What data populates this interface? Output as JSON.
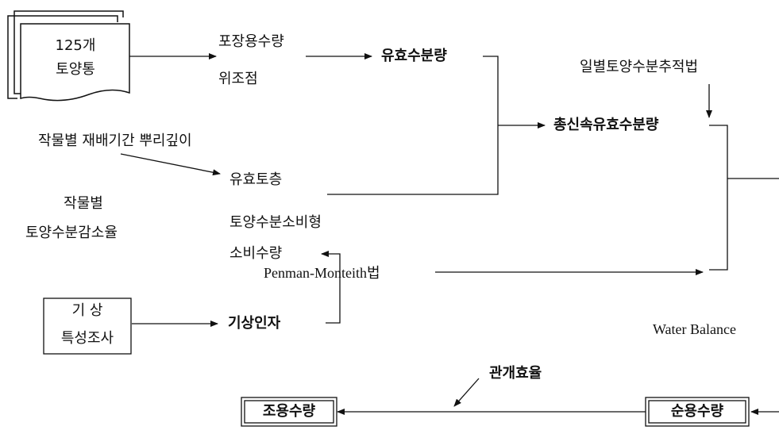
{
  "nodes": {
    "soil_samples": {
      "line1": "125개",
      "line2": "토양통"
    },
    "field_capacity": "포장용수량",
    "wilting_point": "위조점",
    "available_moisture": "유효수분량",
    "daily_method": "일별토양수분추적법",
    "total_available": "총신속유효수분량",
    "crop_root_depth": "작물별 재배기간 뿌리깊이",
    "effective_layer": "유효토층",
    "crop_depletion": {
      "line1": "작물별",
      "line2": "토양수분감소율"
    },
    "consumption_type": "토양수분소비형",
    "consumptive_use": "소비수량",
    "penman": "Penman-Monteith법",
    "weather_survey": {
      "line1": "기  상",
      "line2": "특성조사"
    },
    "weather_factors": "기상인자",
    "water_balance": "Water Balance",
    "irrigation_efficiency": "관개효율",
    "gross_requirement": "조용수량",
    "net_requirement": "순용수량"
  }
}
